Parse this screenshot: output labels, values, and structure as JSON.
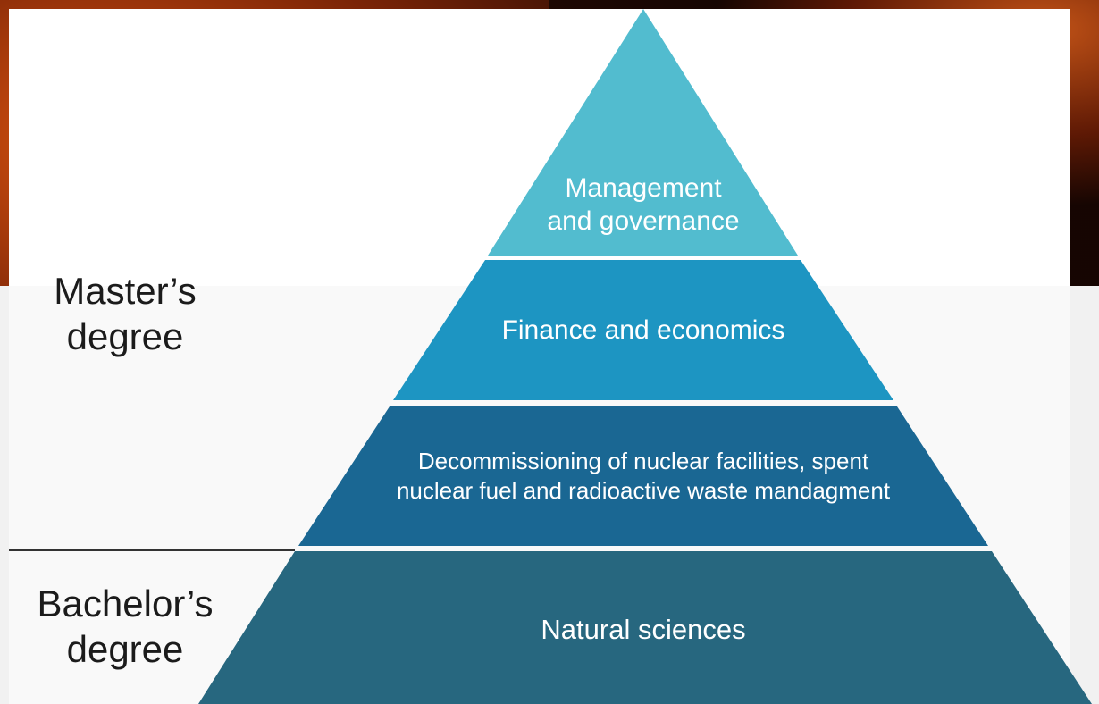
{
  "pyramid": {
    "levels": [
      {
        "text_lines": [
          "Management",
          "and governance"
        ],
        "color": "#52bccf"
      },
      {
        "text_lines": [
          "Finance and economics"
        ],
        "color": "#1d95c2"
      },
      {
        "text_lines": [
          "Decommissioning of nuclear facilities, spent",
          "nuclear fuel and radioactive waste mandagment"
        ],
        "color": "#1a6793"
      },
      {
        "text_lines": [
          "Natural sciences"
        ],
        "color": "#27677f"
      }
    ]
  },
  "degrees": {
    "master": {
      "lines": [
        "Master’s",
        "degree"
      ]
    },
    "bachelor": {
      "lines": [
        "Bachelor’s",
        "degree"
      ]
    }
  },
  "colors": {
    "panel": "#ffffff",
    "panel_lower": "#f1f1f1",
    "divider_line": "#333333",
    "backdrop": "#1a0a04",
    "backdrop_fire": "#c9460e"
  }
}
